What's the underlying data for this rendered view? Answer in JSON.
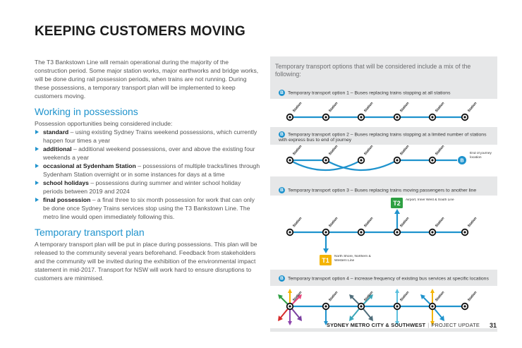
{
  "page": {
    "title": "KEEPING CUSTOMERS MOVING",
    "intro": "The T3 Bankstown Line will remain operational during the majority of the construction period. Some major station works, major earthworks and bridge works, will be done during rail possession periods, when trains are not running. During these possessions, a temporary transport plan will be implemented to keep customers moving.",
    "section1": {
      "heading": "Working in possessions",
      "lead": "Possession opportunities being considered include:",
      "bullets": [
        {
          "term": "standard",
          "text": " – using existing Sydney Trains weekend possessions, which currently happen four times a year"
        },
        {
          "term": "additional",
          "text": " – additional weekend possessions, over and above the existing four weekends a year"
        },
        {
          "term": "occasional at Sydenham Station",
          "text": " – possessions of multiple tracks/lines through Sydenham Station overnight or in some instances for days at a time"
        },
        {
          "term": "school holidays",
          "text": " – possessions during summer and winter school holiday periods between 2019 and 2024"
        },
        {
          "term": "final possession",
          "text": " – a final three to six month possession for work that can only be done once Sydney Trains services stop using the T3 Bankstown Line. The metro line would open immediately following this."
        }
      ]
    },
    "section2": {
      "heading": "Temporary transport plan",
      "body": "A temporary transport plan will be put in place during possessions. This plan will be released to the community several years beforehand. Feedback from stakeholders and the community will be invited during the exhibition of the environmental impact statement in mid-2017. Transport for NSW will work hard to ensure disruptions to customers are minimised."
    }
  },
  "panel": {
    "intro": "Temporary transport options that will be considered include a mix of the following:",
    "bus_badge": "B",
    "station_label": "Station",
    "options": [
      {
        "title": "Temporary transport option 1 – Buses replacing trains stopping at all stations"
      },
      {
        "title": "Temporary transport option 2 – Buses replacing trains stopping at a limited number of stations with express bus to end of journey",
        "end_label": "End of journey location"
      },
      {
        "title": "Temporary transport option 3 – Buses replacing trains moving passengers to another line",
        "t2_badge": "T2",
        "t2_label": "Airport, Inner West & South Line",
        "t1_badge": "T1",
        "t1_label": "North Shore, Northern & Western Line"
      },
      {
        "title": "Temporary transport option 4 – increase frequency of existing bus services at specific locations"
      }
    ]
  },
  "footer": {
    "brand": "SYDNEY METRO CITY & SOUTHWEST",
    "section": "PROJECT UPDATE",
    "page_number": "31"
  },
  "colors": {
    "accent": "#1f93cd",
    "t2": "#2ea043",
    "t1": "#f4b400",
    "panel_bg": "#e6e7e8"
  }
}
